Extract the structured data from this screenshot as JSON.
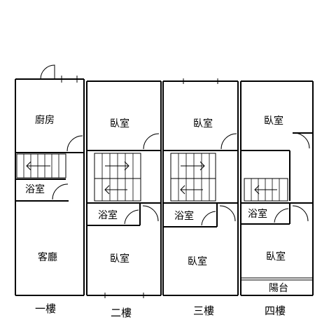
{
  "floors": [
    {
      "label": "一樓",
      "rooms": {
        "kitchen": "廚房",
        "bath": "浴室",
        "living": "客廳"
      }
    },
    {
      "label": "二樓",
      "rooms": {
        "bedroom_top": "臥室",
        "bath": "浴室",
        "bedroom_bottom": "臥室"
      }
    },
    {
      "label": "三樓",
      "rooms": {
        "bedroom_top": "臥室",
        "bath": "浴室",
        "bedroom_bottom": "臥室"
      }
    },
    {
      "label": "四樓",
      "rooms": {
        "bedroom_top": "臥室",
        "bath": "浴室",
        "bedroom_bottom": "臥室",
        "balcony": "陽台"
      }
    }
  ]
}
